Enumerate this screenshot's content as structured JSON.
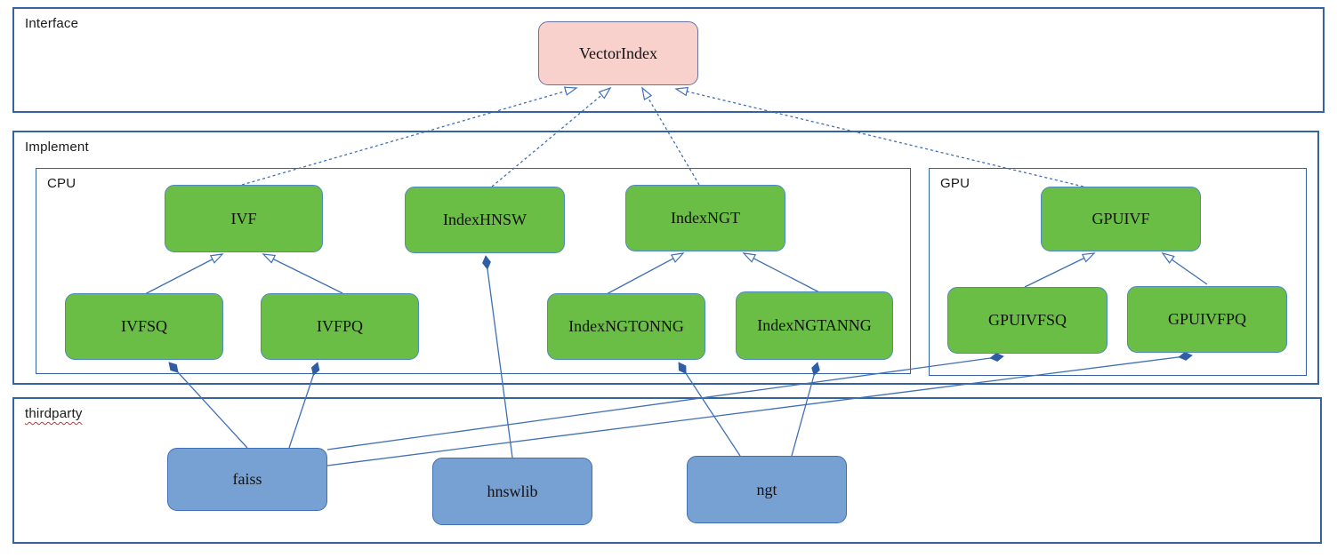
{
  "sections": {
    "interface": {
      "label": "Interface"
    },
    "implement": {
      "label": "Implement"
    },
    "cpu": {
      "label": "CPU"
    },
    "gpu": {
      "label": "GPU"
    },
    "thirdparty": {
      "label": "thirdparty"
    }
  },
  "nodes": {
    "vectorindex": {
      "label": "VectorIndex",
      "kind": "interface"
    },
    "ivf": {
      "label": "IVF",
      "kind": "cpu-class"
    },
    "indexhnsw": {
      "label": "IndexHNSW",
      "kind": "cpu-class"
    },
    "indexngt": {
      "label": "IndexNGT",
      "kind": "cpu-class"
    },
    "ivfsq": {
      "label": "IVFSQ",
      "kind": "cpu-class"
    },
    "ivfpq": {
      "label": "IVFPQ",
      "kind": "cpu-class"
    },
    "indexngtonng": {
      "label": "IndexNGTONNG",
      "kind": "cpu-class"
    },
    "indexngtanng": {
      "label": "IndexNGTANNG",
      "kind": "cpu-class"
    },
    "gpuivf": {
      "label": "GPUIVF",
      "kind": "gpu-class"
    },
    "gpuivfsq": {
      "label": "GPUIVFSQ",
      "kind": "gpu-class"
    },
    "gpuivfpq": {
      "label": "GPUIVFPQ",
      "kind": "gpu-class"
    },
    "faiss": {
      "label": "faiss",
      "kind": "thirdparty-lib"
    },
    "hnswlib": {
      "label": "hnswlib",
      "kind": "thirdparty-lib"
    },
    "ngt": {
      "label": "ngt",
      "kind": "thirdparty-lib"
    }
  },
  "edges": [
    {
      "from": "IVF",
      "to": "VectorIndex",
      "relation": "realization",
      "style": "dashed-hollow-arrow"
    },
    {
      "from": "IndexHNSW",
      "to": "VectorIndex",
      "relation": "realization",
      "style": "dashed-hollow-arrow"
    },
    {
      "from": "IndexNGT",
      "to": "VectorIndex",
      "relation": "realization",
      "style": "dashed-hollow-arrow"
    },
    {
      "from": "GPUIVF",
      "to": "VectorIndex",
      "relation": "realization",
      "style": "dashed-hollow-arrow"
    },
    {
      "from": "IVFSQ",
      "to": "IVF",
      "relation": "inheritance",
      "style": "solid-hollow-arrow"
    },
    {
      "from": "IVFPQ",
      "to": "IVF",
      "relation": "inheritance",
      "style": "solid-hollow-arrow"
    },
    {
      "from": "IndexNGTONNG",
      "to": "IndexNGT",
      "relation": "inheritance",
      "style": "solid-hollow-arrow"
    },
    {
      "from": "IndexNGTANNG",
      "to": "IndexNGT",
      "relation": "inheritance",
      "style": "solid-hollow-arrow"
    },
    {
      "from": "GPUIVFSQ",
      "to": "GPUIVF",
      "relation": "inheritance",
      "style": "solid-hollow-arrow"
    },
    {
      "from": "GPUIVFPQ",
      "to": "GPUIVF",
      "relation": "inheritance",
      "style": "solid-hollow-arrow"
    },
    {
      "from": "faiss",
      "to": "IVFSQ",
      "relation": "composition",
      "style": "solid-filled-diamond"
    },
    {
      "from": "faiss",
      "to": "IVFPQ",
      "relation": "composition",
      "style": "solid-filled-diamond"
    },
    {
      "from": "hnswlib",
      "to": "IndexHNSW",
      "relation": "composition",
      "style": "solid-filled-diamond"
    },
    {
      "from": "ngt",
      "to": "IndexNGTONNG",
      "relation": "composition",
      "style": "solid-filled-diamond"
    },
    {
      "from": "ngt",
      "to": "IndexNGTANNG",
      "relation": "composition",
      "style": "solid-filled-diamond"
    },
    {
      "from": "faiss",
      "to": "GPUIVFSQ",
      "relation": "composition",
      "style": "solid-filled-diamond"
    },
    {
      "from": "faiss",
      "to": "GPUIVFPQ",
      "relation": "composition",
      "style": "solid-filled-diamond"
    }
  ],
  "colors": {
    "container_border": "#35639f",
    "connector": "#3f6fb5",
    "diamond_fill": "#2f5ea5",
    "node_green_fill": "#6abd45",
    "node_green_border": "#4e88c0",
    "node_blue_fill": "#78a1d3",
    "node_blue_border": "#3f6fb5",
    "node_pink_fill": "#f8d0cc",
    "node_pink_border": "#69749e",
    "spellcheck_underline": "#d03030",
    "text": "#111111"
  }
}
